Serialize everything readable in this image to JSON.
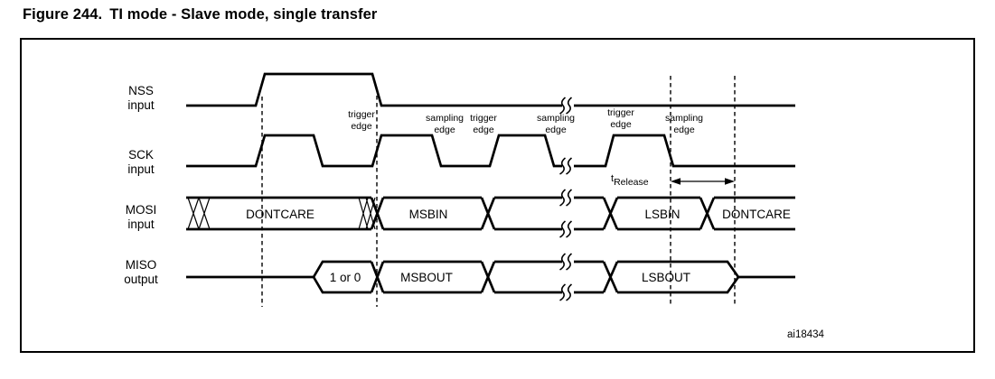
{
  "figure": {
    "label": "Figure 244.",
    "title": "TI mode - Slave mode, single transfer",
    "image_id": "ai18434"
  },
  "signals": [
    {
      "name": "NSS",
      "direction": "input"
    },
    {
      "name": "SCK",
      "direction": "input"
    },
    {
      "name": "MOSI",
      "direction": "input"
    },
    {
      "name": "MISO",
      "direction": "output"
    }
  ],
  "edge_labels": [
    {
      "line1": "trigger",
      "line2": "edge"
    },
    {
      "line1": "sampling",
      "line2": "edge"
    },
    {
      "line1": "trigger",
      "line2": "edge"
    },
    {
      "line1": "sampling",
      "line2": "edge"
    },
    {
      "line1": "trigger",
      "line2": "edge"
    },
    {
      "line1": "sampling",
      "line2": "edge"
    }
  ],
  "mosi_segments": {
    "dontcare1": "DONTCARE",
    "msbin": "MSBIN",
    "lsbin": "LSBIN",
    "dontcare2": "DONTCARE"
  },
  "miso_segments": {
    "bit": "1 or 0",
    "msbout": "MSBOUT",
    "lsbout": "LSBOUT"
  },
  "timing": {
    "t_symbol": "t",
    "t_subscript": "Release"
  }
}
